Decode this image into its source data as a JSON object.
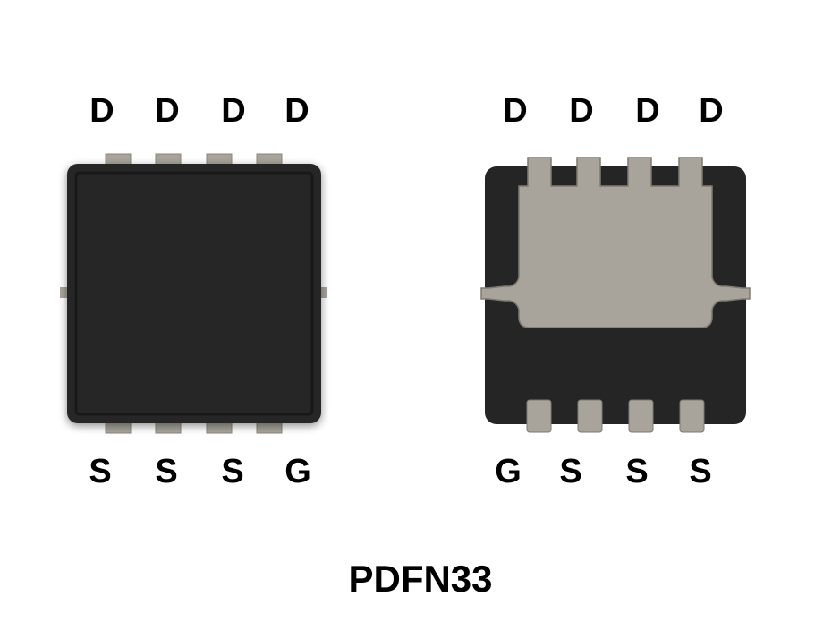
{
  "package_name": "PDFN33",
  "top_view": {
    "top_pins": [
      "D",
      "D",
      "D",
      "D"
    ],
    "bottom_pins": [
      "S",
      "S",
      "S",
      "G"
    ]
  },
  "bottom_view": {
    "top_pins": [
      "D",
      "D",
      "D",
      "D"
    ],
    "bottom_pins": [
      "G",
      "S",
      "S",
      "S"
    ]
  },
  "colors": {
    "body": "#252525",
    "body_edge": "#161616",
    "metal": "#a8a49b",
    "metal_edge": "#7e7a72",
    "label": "#000000"
  }
}
